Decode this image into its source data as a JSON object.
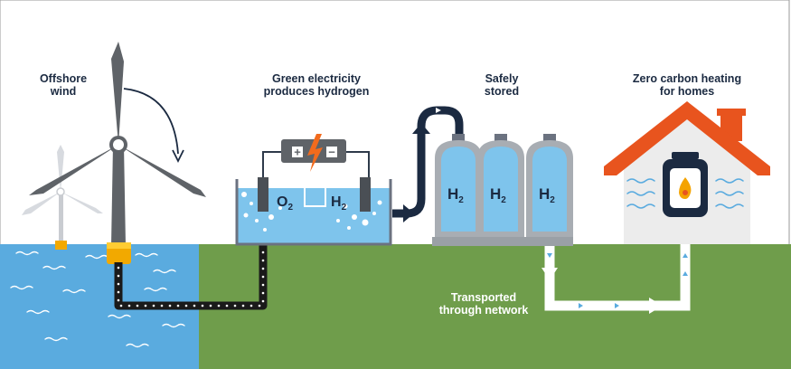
{
  "labels": {
    "offshore_wind": [
      "Offshore",
      "wind"
    ],
    "green_electricity": [
      "Green electricity",
      "produces hydrogen"
    ],
    "safely_stored": [
      "Safely",
      "stored"
    ],
    "zero_carbon": [
      "Zero carbon heating",
      "for homes"
    ],
    "transported": [
      "Transported",
      "through network"
    ]
  },
  "chemistry": {
    "o2": {
      "base": "O",
      "sub": "2"
    },
    "h2": {
      "base": "H",
      "sub": "2"
    }
  },
  "battery_signs": {
    "plus": "+",
    "minus": "−"
  },
  "colors": {
    "sea": "#5aabdf",
    "grass": "#6f9d4b",
    "navy": "#1b2a41",
    "roof": "#e8541e",
    "lightning": "#f26b1d",
    "tank": "#7ec4ec",
    "pipe_dark": "#1a1a1a",
    "pipe_light": "#ffffff",
    "flame": "#f4a300"
  }
}
